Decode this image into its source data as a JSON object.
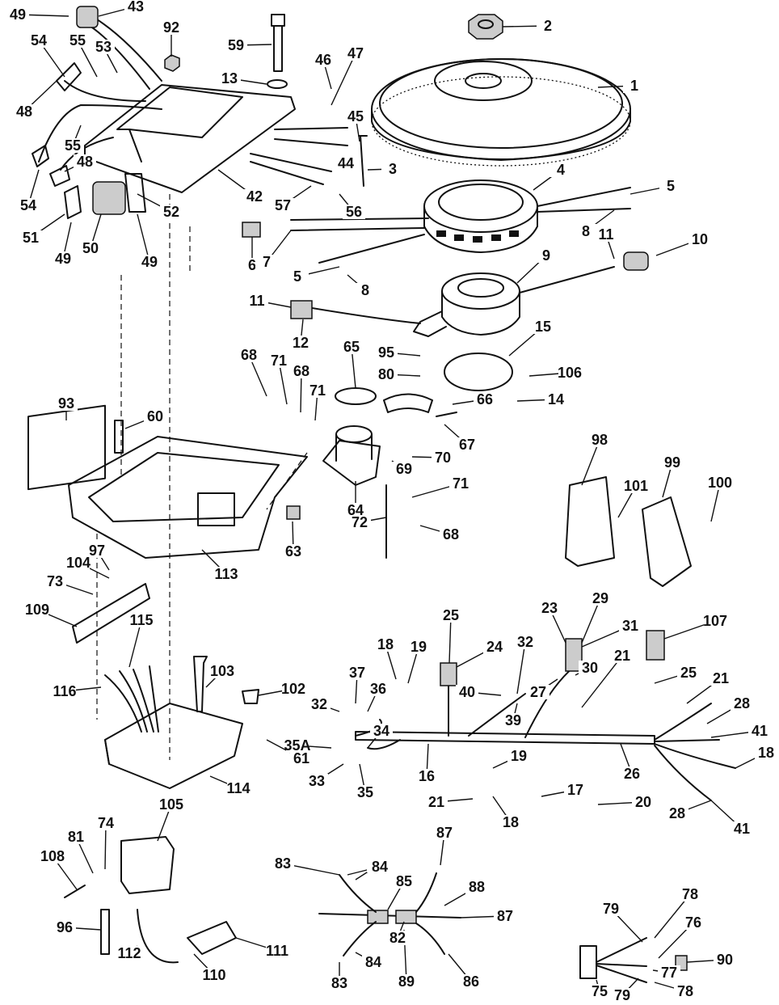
{
  "callouts": [
    {
      "text": "49"
    },
    {
      "text": "43"
    },
    {
      "text": "92"
    },
    {
      "text": "2"
    },
    {
      "text": "54"
    },
    {
      "text": "55"
    },
    {
      "text": "53"
    },
    {
      "text": "59"
    },
    {
      "text": "46"
    },
    {
      "text": "47"
    },
    {
      "text": "13"
    },
    {
      "text": "1"
    },
    {
      "text": "48"
    },
    {
      "text": "45"
    },
    {
      "text": "55"
    },
    {
      "text": "48"
    },
    {
      "text": "44"
    },
    {
      "text": "3"
    },
    {
      "text": "4"
    },
    {
      "text": "54"
    },
    {
      "text": "42"
    },
    {
      "text": "57"
    },
    {
      "text": "56"
    },
    {
      "text": "52"
    },
    {
      "text": "5"
    },
    {
      "text": "51"
    },
    {
      "text": "50"
    },
    {
      "text": "49"
    },
    {
      "text": "49"
    },
    {
      "text": "6"
    },
    {
      "text": "7"
    },
    {
      "text": "8"
    },
    {
      "text": "11"
    },
    {
      "text": "10"
    },
    {
      "text": "9"
    },
    {
      "text": "5"
    },
    {
      "text": "8"
    },
    {
      "text": "11"
    },
    {
      "text": "12"
    },
    {
      "text": "15"
    },
    {
      "text": "68"
    },
    {
      "text": "71"
    },
    {
      "text": "65"
    },
    {
      "text": "95"
    },
    {
      "text": "68"
    },
    {
      "text": "80"
    },
    {
      "text": "106"
    },
    {
      "text": "71"
    },
    {
      "text": "66"
    },
    {
      "text": "14"
    },
    {
      "text": "93"
    },
    {
      "text": "60"
    },
    {
      "text": "67"
    },
    {
      "text": "70"
    },
    {
      "text": "69"
    },
    {
      "text": "98"
    },
    {
      "text": "99"
    },
    {
      "text": "71"
    },
    {
      "text": "101"
    },
    {
      "text": "100"
    },
    {
      "text": "64"
    },
    {
      "text": "72"
    },
    {
      "text": "68"
    },
    {
      "text": "63"
    },
    {
      "text": "97"
    },
    {
      "text": "104"
    },
    {
      "text": "113"
    },
    {
      "text": "73"
    },
    {
      "text": "109"
    },
    {
      "text": "115"
    },
    {
      "text": "25"
    },
    {
      "text": "23"
    },
    {
      "text": "29"
    },
    {
      "text": "107"
    },
    {
      "text": "31"
    },
    {
      "text": "24"
    },
    {
      "text": "32"
    },
    {
      "text": "18"
    },
    {
      "text": "19"
    },
    {
      "text": "21"
    },
    {
      "text": "103"
    },
    {
      "text": "37"
    },
    {
      "text": "30"
    },
    {
      "text": "25"
    },
    {
      "text": "21"
    },
    {
      "text": "116"
    },
    {
      "text": "36"
    },
    {
      "text": "40"
    },
    {
      "text": "27"
    },
    {
      "text": "102"
    },
    {
      "text": "32"
    },
    {
      "text": "39"
    },
    {
      "text": "28"
    },
    {
      "text": "61"
    },
    {
      "text": "34"
    },
    {
      "text": "41"
    },
    {
      "text": "35A"
    },
    {
      "text": "19"
    },
    {
      "text": "26"
    },
    {
      "text": "18"
    },
    {
      "text": "16"
    },
    {
      "text": "114"
    },
    {
      "text": "33"
    },
    {
      "text": "35"
    },
    {
      "text": "21"
    },
    {
      "text": "17"
    },
    {
      "text": "20"
    },
    {
      "text": "28"
    },
    {
      "text": "41"
    },
    {
      "text": "18"
    },
    {
      "text": "105"
    },
    {
      "text": "74"
    },
    {
      "text": "81"
    },
    {
      "text": "108"
    },
    {
      "text": "87"
    },
    {
      "text": "83"
    },
    {
      "text": "84"
    },
    {
      "text": "85"
    },
    {
      "text": "88"
    },
    {
      "text": "87"
    },
    {
      "text": "96"
    },
    {
      "text": "84"
    },
    {
      "text": "82"
    },
    {
      "text": "112"
    },
    {
      "text": "111"
    },
    {
      "text": "84"
    },
    {
      "text": "78"
    },
    {
      "text": "79"
    },
    {
      "text": "76"
    },
    {
      "text": "110"
    },
    {
      "text": "90"
    },
    {
      "text": "83"
    },
    {
      "text": "89"
    },
    {
      "text": "86"
    },
    {
      "text": "77"
    },
    {
      "text": "75"
    },
    {
      "text": "79"
    },
    {
      "text": "78"
    }
  ]
}
